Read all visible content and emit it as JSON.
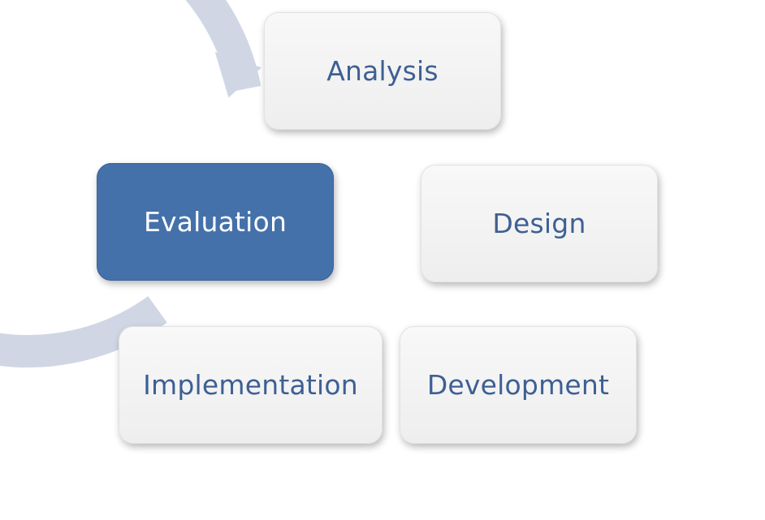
{
  "diagram": {
    "phases": [
      {
        "id": "analysis",
        "label": "Analysis",
        "active": false
      },
      {
        "id": "design",
        "label": "Design",
        "active": false
      },
      {
        "id": "development",
        "label": "Development",
        "active": false
      },
      {
        "id": "implementation",
        "label": "Implementation",
        "active": false
      },
      {
        "id": "evaluation",
        "label": "Evaluation",
        "active": true
      }
    ],
    "colors": {
      "ring": "#d0d6e4",
      "box_fill": "#f0f0f0",
      "box_text": "#3e5f94",
      "active_fill": "#4571aa",
      "active_text": "#ffffff"
    }
  }
}
